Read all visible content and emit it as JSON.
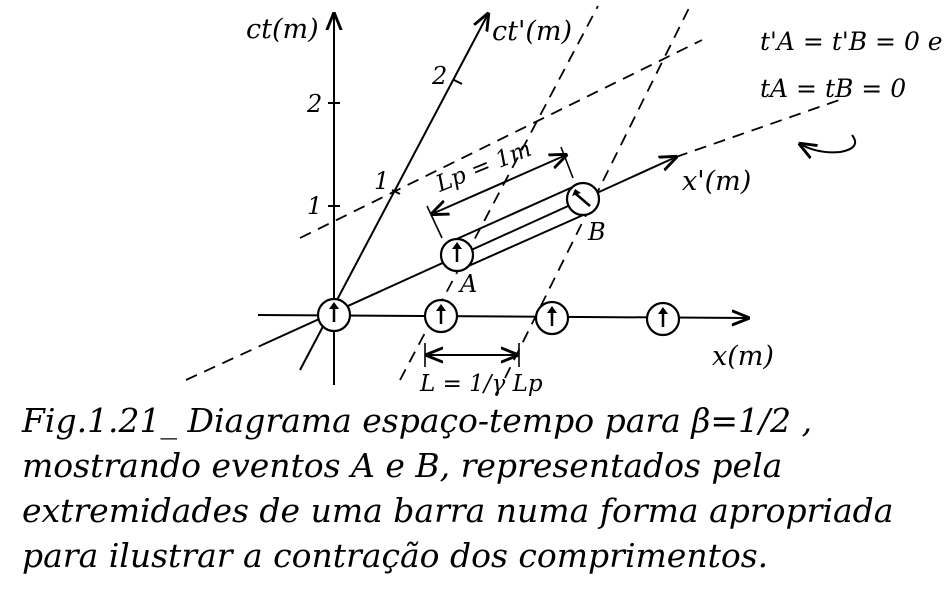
{
  "diagram": {
    "axes": {
      "ct": "ct(m)",
      "ct_prime": "ct'(m)",
      "x": "x(m)",
      "x_prime": "x'(m)"
    },
    "ticks": {
      "ct_1": "1",
      "ct_2": "2",
      "ct_prime_1": "1",
      "ct_prime_2": "2"
    },
    "events": {
      "a": "A",
      "b": "B"
    },
    "proper_length_label": "Lp = 1m",
    "contracted_length_label": "L = 1/γ Lp",
    "simultaneity_note": {
      "line1": "t'A = t'B = 0  e",
      "line2": "tA = tB = 0"
    }
  },
  "caption": "Fig.1.21_ Diagrama espaço-tempo para β=1/2 , mostrando eventos A e B, representados pela extremidades de uma barra numa forma apropriada para ilustrar a contração dos comprimentos."
}
